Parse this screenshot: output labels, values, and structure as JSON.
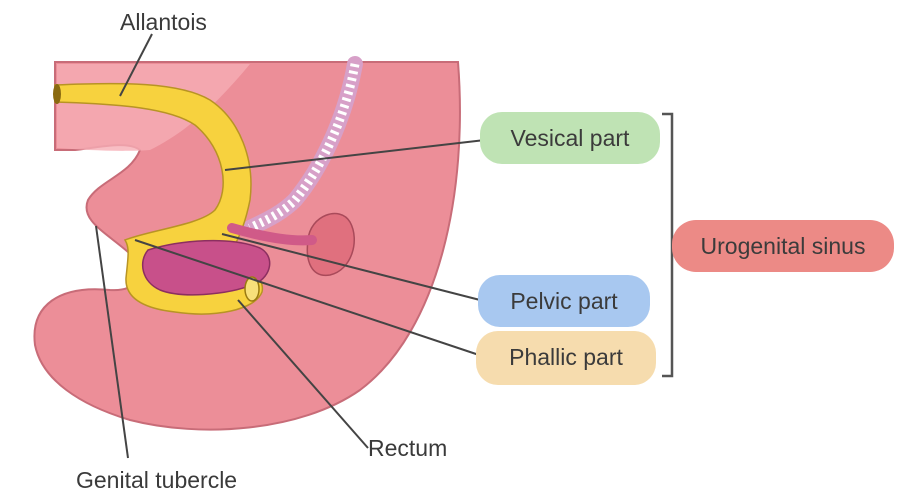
{
  "labels": {
    "allantois": "Allantois",
    "genital_tubercle": "Genital tubercle",
    "rectum": "Rectum"
  },
  "regions": {
    "vesical": {
      "text": "Vesical part",
      "color": "#bfe3b4"
    },
    "pelvic": {
      "text": "Pelvic part",
      "color": "#a8c8f0"
    },
    "phallic": {
      "text": "Phallic part",
      "color": "#f6dcae"
    },
    "group": {
      "text": "Urogenital sinus",
      "color": "#ec8a86"
    }
  },
  "colors": {
    "embryo": "#ec8e98",
    "embryo_light": "#f6aeb5",
    "allantois_yellow": "#f7d23e",
    "rectum_magenta": "#c8508a",
    "line": "#444444"
  }
}
